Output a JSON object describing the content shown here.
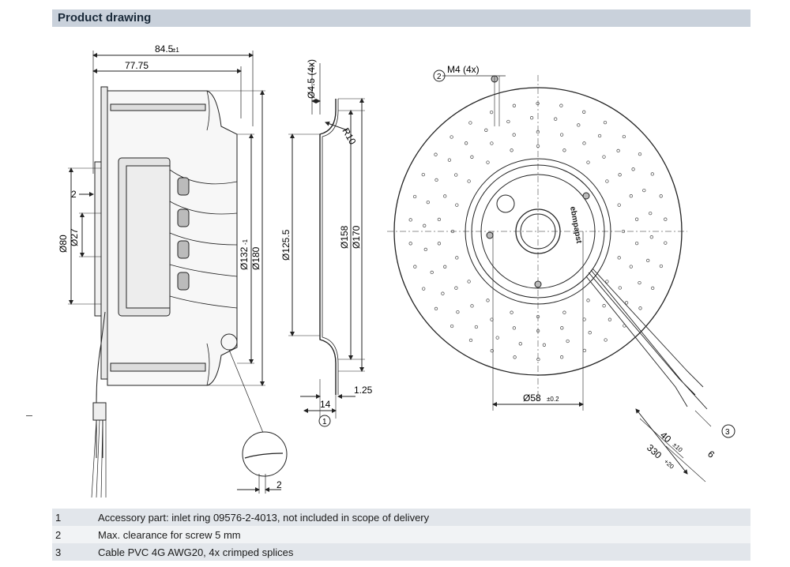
{
  "header": {
    "title": "Product drawing"
  },
  "side_view": {
    "width_total": "84.5",
    "width_total_tol": "±1",
    "width_inner": "77.75",
    "dia_80": "Ø80",
    "dia_27": "Ø27",
    "gap_2": "2",
    "dia_132": "Ø132",
    "dia_132_tol": "-1",
    "dia_180": "Ø180",
    "detail_2": "2"
  },
  "inlet_ring": {
    "hole": "Ø4.5 (4x)",
    "radius": "R10",
    "dia_125": "Ø125.5",
    "dia_158": "Ø158",
    "dia_170": "Ø170",
    "thick": "1.25",
    "depth": "14",
    "marker": "1"
  },
  "front_view": {
    "marker2": "2",
    "screw": "M4 (4x)",
    "dia_58": "Ø58",
    "dia_58_tol": "±0.2",
    "len_40": "40",
    "len_40_tol": "±10",
    "len_330": "330",
    "len_330_tol": "+20",
    "len_6": "6",
    "marker3": "3",
    "logo": "ebmpapst"
  },
  "notes": [
    {
      "num": "1",
      "text": "Accessory part: inlet ring 09576-2-4013, not included in scope of delivery"
    },
    {
      "num": "2",
      "text": "Max. clearance for screw 5 mm"
    },
    {
      "num": "3",
      "text": "Cable PVC 4G AWG20, 4x crimped splices"
    }
  ],
  "colors": {
    "header_bg": "#c9d1db",
    "row_odd": "#e2e6eb",
    "row_even": "#f1f3f5"
  }
}
